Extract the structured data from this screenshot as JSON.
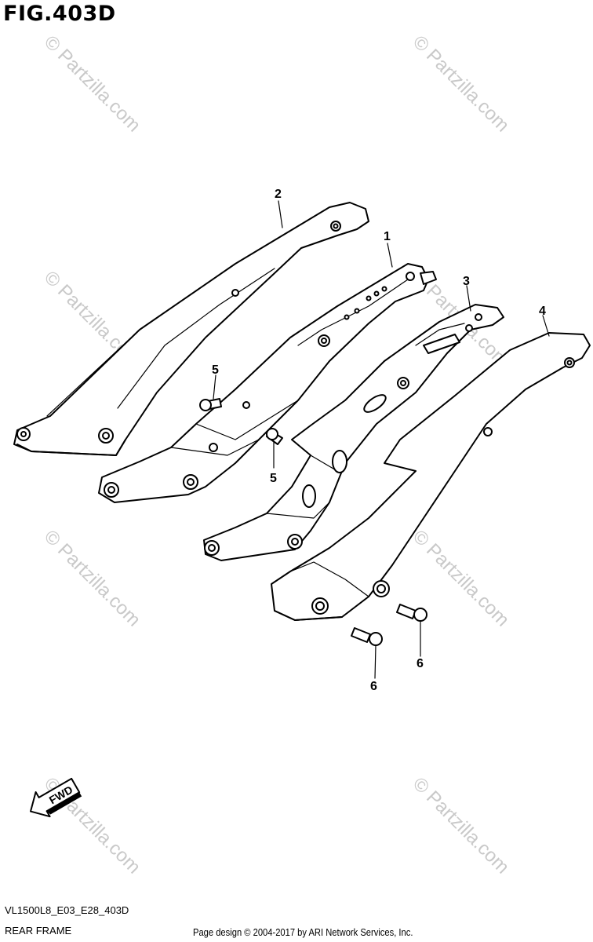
{
  "figure": {
    "title": "FIG.403D",
    "code": "VL1500L8_E03_E28_403D",
    "subtitle": "REAR FRAME",
    "credit": "Page design © 2004-2017 by ARI Network Services, Inc."
  },
  "watermark": {
    "text": "© Partzilla.com"
  },
  "callouts": [
    "1",
    "2",
    "3",
    "4",
    "5",
    "5",
    "6",
    "6"
  ],
  "fwd_arrow_label": "FWD"
}
